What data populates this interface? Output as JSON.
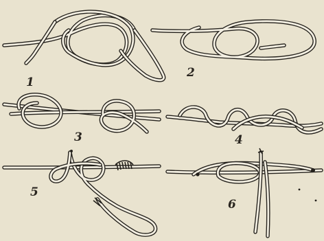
{
  "colors": {
    "paper": "#e9e3cf",
    "ink": "#23201b",
    "cord": "#f3efe2"
  },
  "figures": [
    {
      "label": "1"
    },
    {
      "label": "2"
    },
    {
      "label": "3"
    },
    {
      "label": "4"
    },
    {
      "label": "5"
    },
    {
      "label": "6"
    }
  ]
}
